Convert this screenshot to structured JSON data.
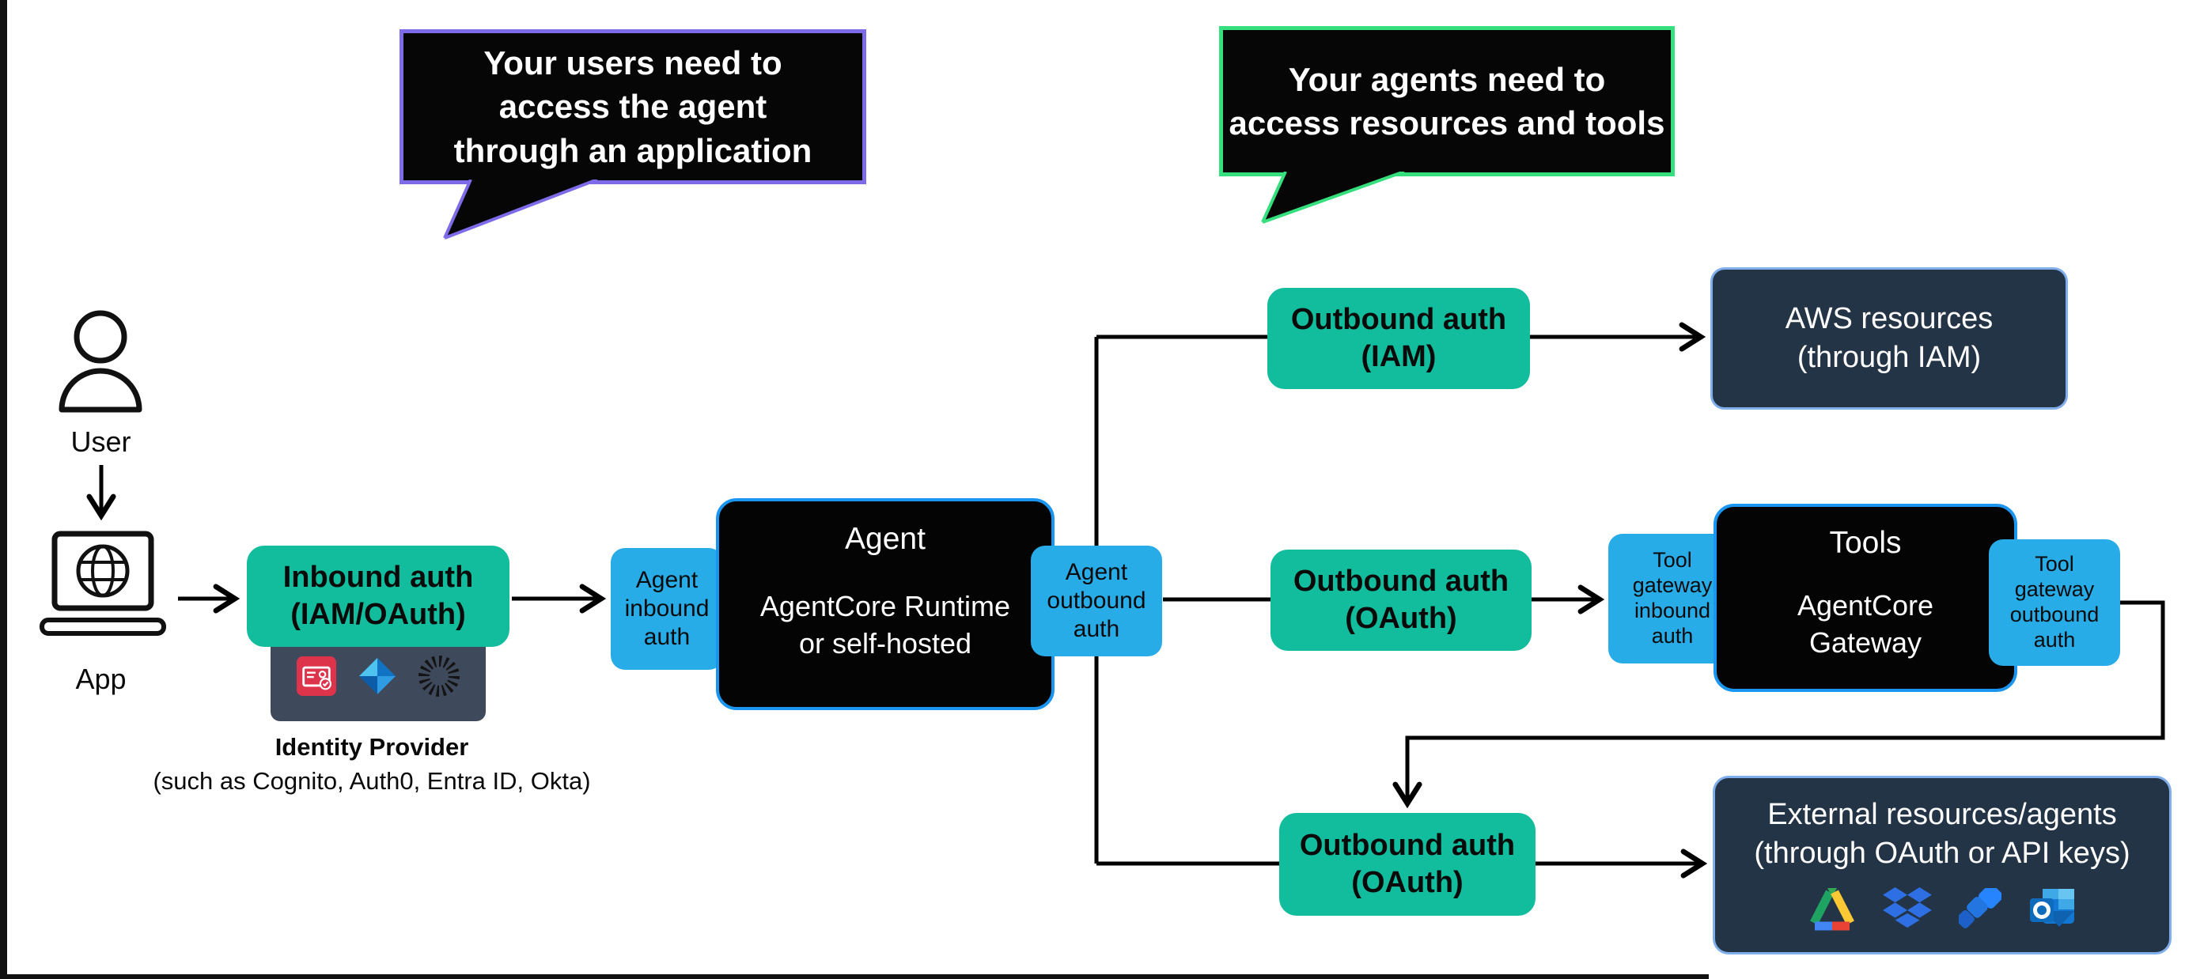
{
  "callouts": {
    "users": {
      "text": "Your users need to\naccess the agent\nthrough an application",
      "border_color": "#7D6BE8"
    },
    "agents": {
      "text": "Your agents need to\naccess resources and tools",
      "border_color": "#35DF7D"
    }
  },
  "actors": {
    "user_label": "User",
    "app_label": "App"
  },
  "identity_provider": {
    "title": "Identity Provider",
    "subtitle": "(such as Cognito, Auth0, Entra ID, Okta)",
    "icons": [
      "cognito-icon",
      "entra-id-icon",
      "okta-icon"
    ]
  },
  "nodes": {
    "inbound_auth": {
      "label": "Inbound auth\n(IAM/OAuth)"
    },
    "agent_inbound_auth": {
      "label": "Agent\ninbound\nauth"
    },
    "agent": {
      "title": "Agent",
      "subtitle": "AgentCore Runtime\nor self-hosted"
    },
    "agent_outbound_auth": {
      "label": "Agent\noutbound\nauth"
    },
    "outbound_auth_iam": {
      "label": "Outbound auth\n(IAM)"
    },
    "outbound_auth_oauth_tools": {
      "label": "Outbound auth\n(OAuth)"
    },
    "outbound_auth_oauth_external": {
      "label": "Outbound auth\n(OAuth)"
    },
    "aws_resources": {
      "label": "AWS resources\n(through IAM)"
    },
    "tool_gateway_inbound_auth": {
      "label": "Tool\ngateway\ninbound\nauth"
    },
    "tools_gateway": {
      "title": "Tools",
      "subtitle": "AgentCore\nGateway"
    },
    "tool_gateway_outbound_auth": {
      "label": "Tool\ngateway\noutbound\nauth"
    },
    "external_resources": {
      "label": "External resources/agents\n(through OAuth or API keys)",
      "icons": [
        "google-drive-icon",
        "dropbox-icon",
        "jira-icon",
        "outlook-icon"
      ]
    }
  },
  "colors": {
    "teal": "#12BD9D",
    "light_blue": "#27ACE8",
    "black_box": "#040404",
    "black_box_border": "#1B96F0",
    "navy": "#243447",
    "navy_border": "#7FAEEA",
    "purple": "#7D6BE8",
    "green": "#35DF7D",
    "identity_box": "#3E4A5B",
    "line": "#000000"
  }
}
